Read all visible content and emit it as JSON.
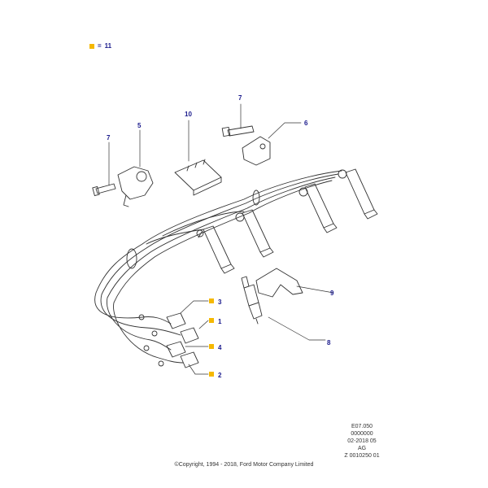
{
  "legend": {
    "marker_color": "#f5b800",
    "symbol": "=",
    "value": "11"
  },
  "callouts": {
    "c1": "1",
    "c2": "2",
    "c3": "3",
    "c4": "4",
    "c5": "5",
    "c6": "6",
    "c7a": "7",
    "c7b": "7",
    "c8": "8",
    "c9": "9",
    "c10": "10"
  },
  "info": {
    "line1": "E07.050",
    "line2": "0000000",
    "line3": "02-2018 05",
    "line4": "AG",
    "line5": "Z 0010250 01"
  },
  "copyright": "©Copyright, 1994 - 2018, Ford Motor Company Limited",
  "colors": {
    "callout": "#1a1a8c",
    "marker": "#f5b800",
    "line": "#333333"
  }
}
